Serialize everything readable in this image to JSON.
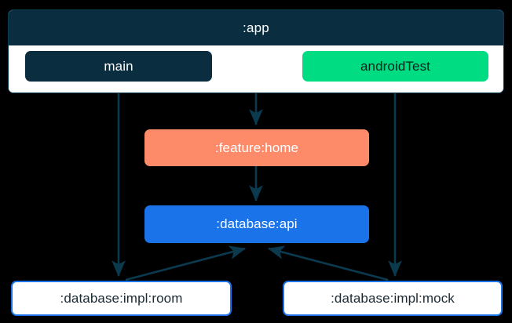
{
  "diagram": {
    "kind": "module-dependency-graph",
    "background_color": "#000000",
    "edge_color": "#0b3a4f"
  },
  "subgraph": {
    "title": ":app",
    "title_bg": "#0a2d3f",
    "title_color": "#ffffff",
    "body_bg": "#ffffff",
    "source_sets": [
      {
        "label": "main",
        "bg": "#0a2d3f",
        "color": "#ffffff"
      },
      {
        "label": "androidTest",
        "bg": "#00dc82",
        "color": "#08251c"
      }
    ]
  },
  "nodes": [
    {
      "id": "feature-home",
      "label": ":feature:home",
      "bg": "#fd8a68",
      "color": "#ffffff"
    },
    {
      "id": "database-api",
      "label": ":database:api",
      "bg": "#1a73e8",
      "color": "#ffffff"
    },
    {
      "id": "database-impl-room",
      "label": ":database:impl:room",
      "bg": "#ffffff",
      "color": "#1b2a33",
      "border": "#1a73e8"
    },
    {
      "id": "database-impl-mock",
      "label": ":database:impl:mock",
      "bg": "#ffffff",
      "color": "#1b2a33",
      "border": "#1a73e8"
    }
  ],
  "edges": [
    {
      "from": "main",
      "to": "database-impl-room"
    },
    {
      "from": ":app",
      "to": "feature-home"
    },
    {
      "from": "androidTest",
      "to": "database-impl-mock"
    },
    {
      "from": "feature-home",
      "to": "database-api"
    },
    {
      "from": "database-impl-room",
      "to": "database-api"
    },
    {
      "from": "database-impl-mock",
      "to": "database-api"
    }
  ]
}
